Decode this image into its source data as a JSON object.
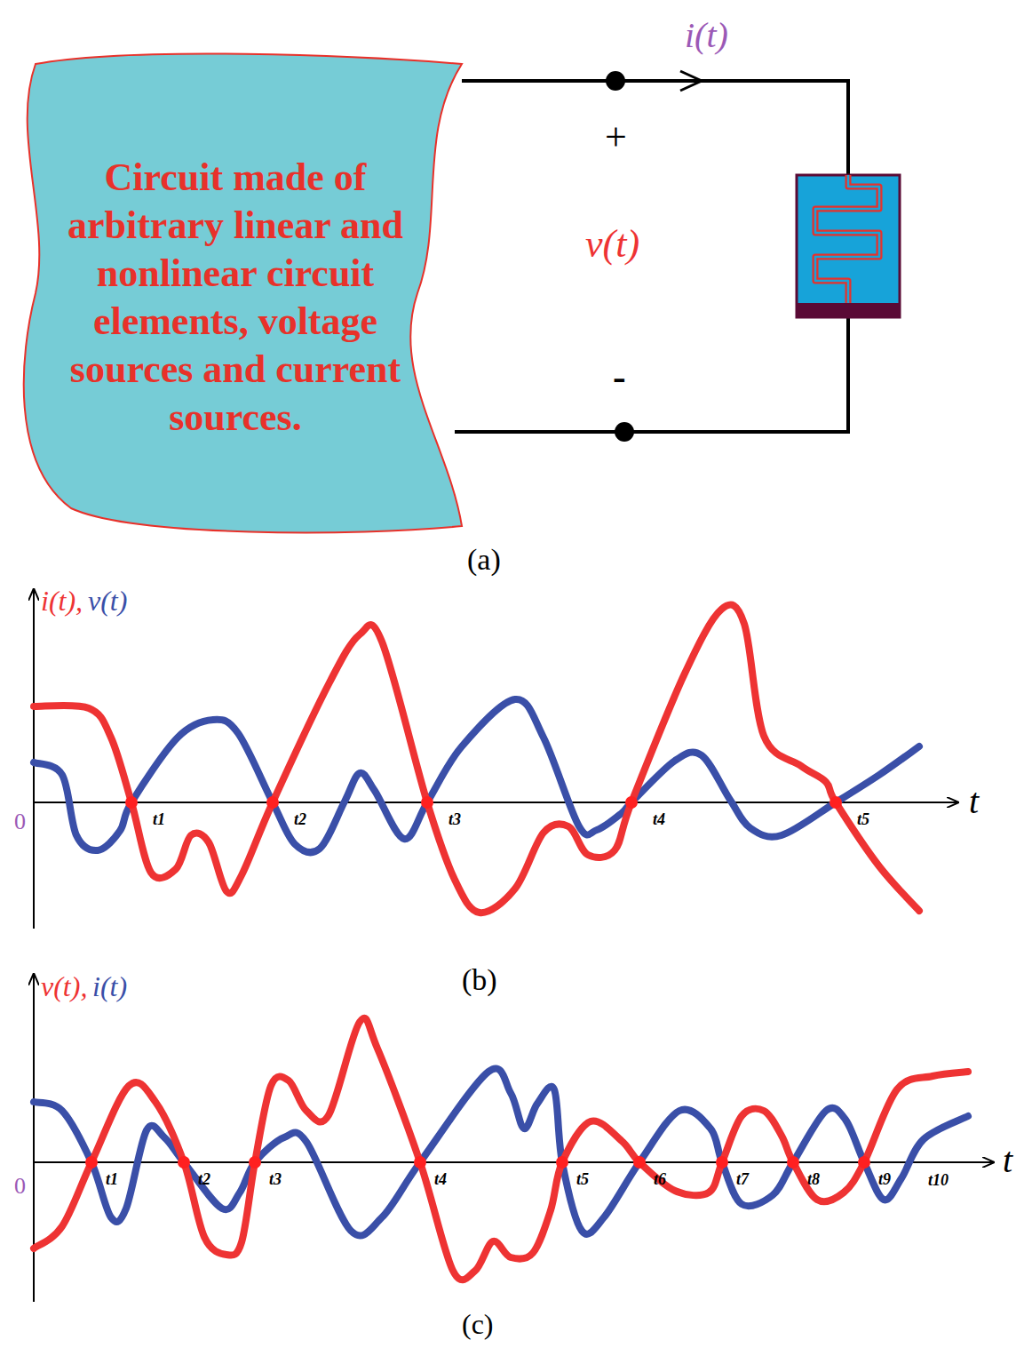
{
  "diagram": {
    "nodes": [
      {
        "text": [
          "Circuit made of arbitrary linear and nonlinear circuit elements, voltage sources and current sources."
        ]
      }
    ],
    "labels": [
      "i(t)",
      "+",
      "v(t)",
      "-",
      "(a)",
      "i(t),",
      "v(t)",
      "0",
      "t",
      "t1",
      "t2",
      "t3",
      "t4",
      "t5",
      "(b)",
      "v(t),",
      "i(t)",
      "0",
      "t",
      "t1",
      "t2",
      "t3",
      "t4",
      "t5",
      "t6",
      "t7",
      "t8",
      "t9",
      "t10",
      "(c)"
    ]
  }
}
